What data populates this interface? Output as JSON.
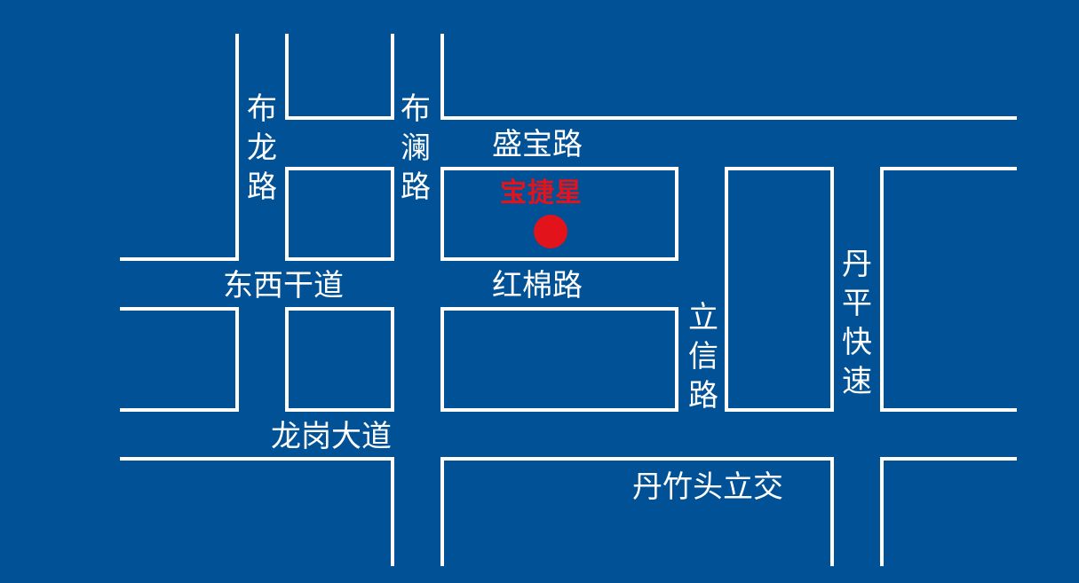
{
  "colors": {
    "background": "#005195",
    "road_outline": "#ffffff",
    "brand": "#e3131b",
    "marker": "#e3131b"
  },
  "brand": {
    "name": "宝捷星"
  },
  "roads": {
    "bulong": "布龙路",
    "bulan": "布澜路",
    "shengbao": "盛宝路",
    "dongxi": "东西干道",
    "hongmian": "红棉路",
    "lixin": "立信路",
    "danping": "丹平快速",
    "longgang": "龙岗大道",
    "danzhu": "丹竹头立交"
  },
  "icons": {
    "location_marker": "location-dot-icon"
  }
}
